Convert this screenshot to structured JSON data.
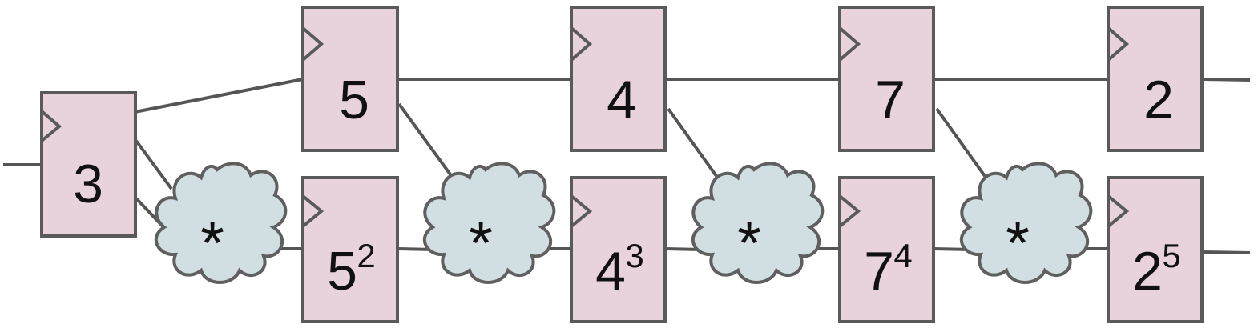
{
  "input_register": {
    "value": "3"
  },
  "top_registers": [
    {
      "value": "5"
    },
    {
      "value": "4"
    },
    {
      "value": "7"
    },
    {
      "value": "2"
    }
  ],
  "bottom_registers": [
    {
      "base": "5",
      "exp": "2"
    },
    {
      "base": "4",
      "exp": "3"
    },
    {
      "base": "7",
      "exp": "4"
    },
    {
      "base": "2",
      "exp": "5"
    }
  ],
  "operators": [
    {
      "symbol": "*"
    },
    {
      "symbol": "*"
    },
    {
      "symbol": "*"
    },
    {
      "symbol": "*"
    }
  ],
  "colors": {
    "register_fill": "#e8d3dd",
    "cloud_fill": "#d2dfe2",
    "stroke": "#5a5a5a"
  }
}
